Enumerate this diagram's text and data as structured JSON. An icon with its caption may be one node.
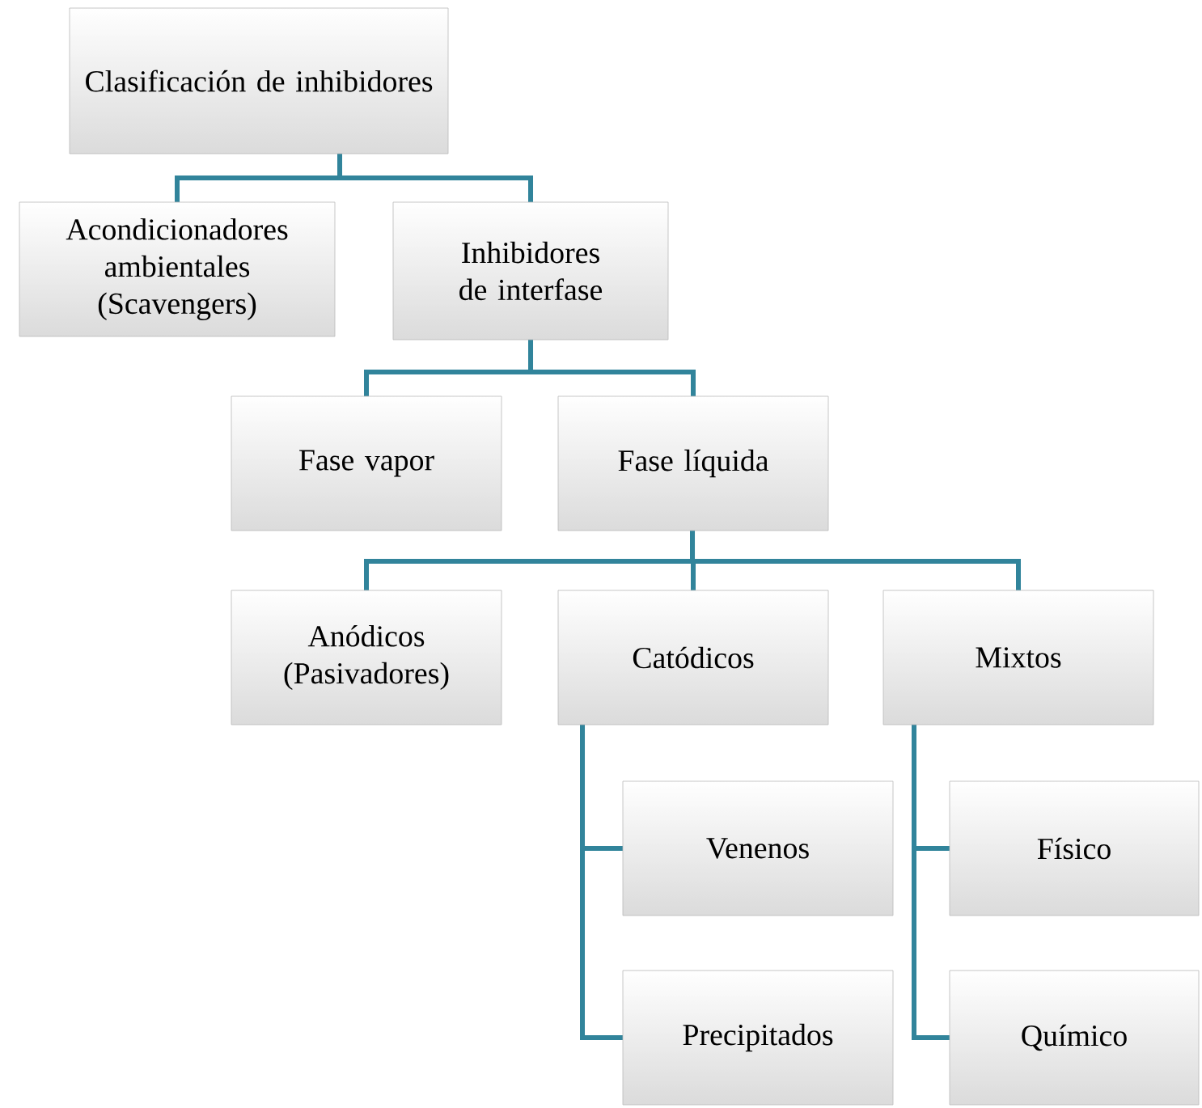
{
  "diagram": {
    "nodes": [
      {
        "text": [
          "Clasificación  de inhibidores"
        ]
      },
      {
        "text": [
          "Acondicionadores ambientales (Scavengers)"
        ]
      },
      {
        "text": [
          "Inhibidores de interfase"
        ]
      },
      {
        "text": [
          "Fase vapor"
        ]
      },
      {
        "text": [
          "Fase líquida"
        ]
      },
      {
        "text": [
          "Anódicos (Pasivadores)"
        ]
      },
      {
        "text": [
          "Catódicos"
        ]
      },
      {
        "text": [
          "Mixtos"
        ]
      },
      {
        "text": [
          "Venenos"
        ]
      },
      {
        "text": [
          "Precipitados"
        ]
      },
      {
        "text": [
          "Físico"
        ]
      },
      {
        "text": [
          "Químico"
        ]
      }
    ],
    "edges": [
      {
        "from": 0,
        "to": 1,
        "arrow": "none"
      },
      {
        "from": 0,
        "to": 2,
        "arrow": "none"
      },
      {
        "from": 2,
        "to": 3,
        "arrow": "none"
      },
      {
        "from": 2,
        "to": 4,
        "arrow": "none"
      },
      {
        "from": 4,
        "to": 5,
        "arrow": "none"
      },
      {
        "from": 4,
        "to": 6,
        "arrow": "none"
      },
      {
        "from": 4,
        "to": 7,
        "arrow": "none"
      },
      {
        "from": 6,
        "to": 8,
        "arrow": "none"
      },
      {
        "from": 6,
        "to": 9,
        "arrow": "none"
      },
      {
        "from": 7,
        "to": 10,
        "arrow": "none"
      },
      {
        "from": 7,
        "to": 11,
        "arrow": "none"
      }
    ]
  }
}
